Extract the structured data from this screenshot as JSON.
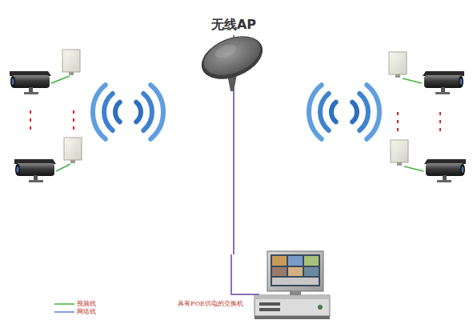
{
  "diagram": {
    "nodes": [
      {
        "text": [
          "无线AP"
        ]
      },
      {
        "text": [
          "具有POE供电的交换机"
        ]
      }
    ],
    "edges": [
      {
        "from": 0,
        "to": 1,
        "arrow": "none"
      }
    ],
    "legend": [
      {
        "text": "视频线"
      },
      {
        "text": "网络线"
      }
    ]
  }
}
